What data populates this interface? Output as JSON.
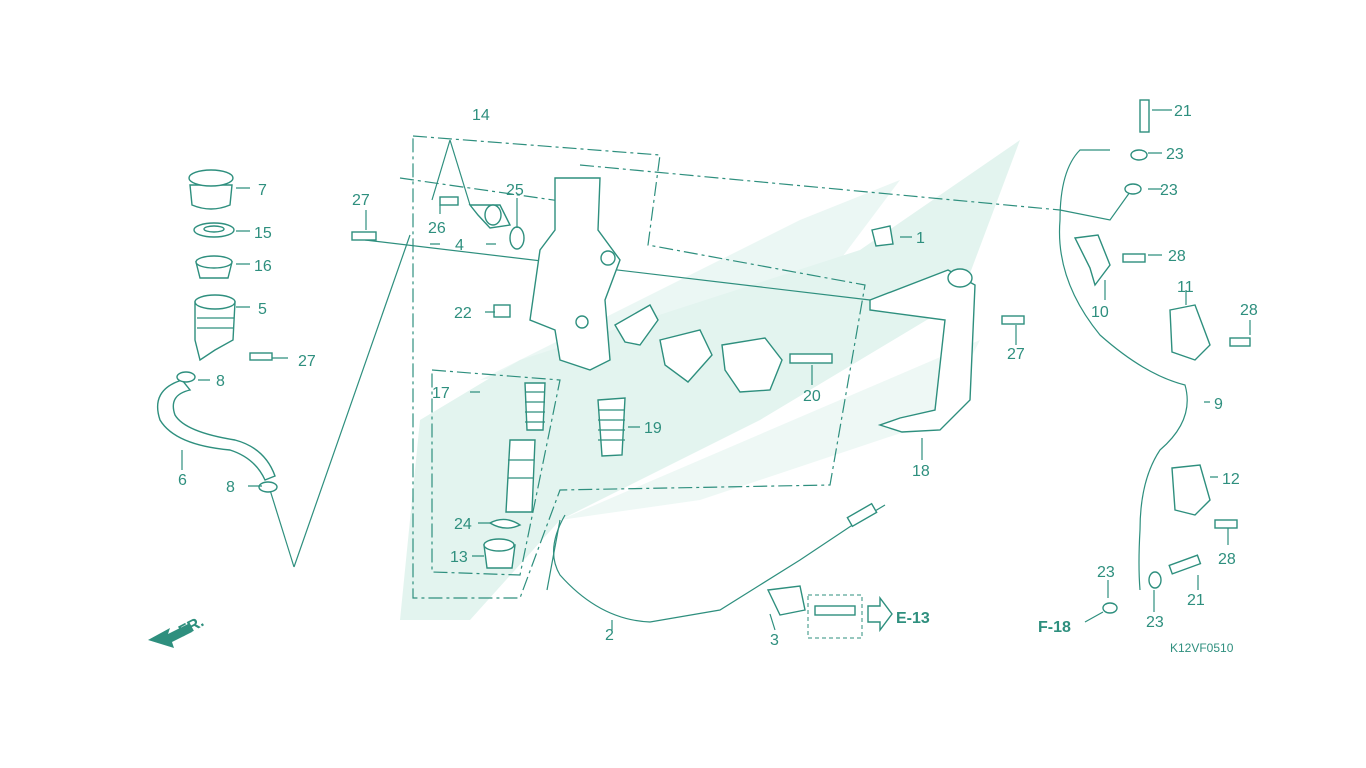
{
  "diagram": {
    "code": "K12VF0510",
    "front_marker": "FR.",
    "refs": {
      "e13": "E-13",
      "f18": "F-18"
    },
    "labels": {
      "p1": "1",
      "p2": "2",
      "p3": "3",
      "p4": "4",
      "p5": "5",
      "p6": "6",
      "p7": "7",
      "p8a": "8",
      "p8b": "8",
      "p9": "9",
      "p10": "10",
      "p11": "11",
      "p12": "12",
      "p13": "13",
      "p14": "14",
      "p15": "15",
      "p16": "16",
      "p17": "17",
      "p18": "18",
      "p19": "19",
      "p20": "20",
      "p21a": "21",
      "p21b": "21",
      "p22": "22",
      "p23a": "23",
      "p23b": "23",
      "p23c": "23",
      "p23d": "23",
      "p24": "24",
      "p25": "25",
      "p26": "26",
      "p27a": "27",
      "p27b": "27",
      "p27c": "27",
      "p28a": "28",
      "p28b": "28",
      "p28c": "28"
    },
    "colors": {
      "line": "#2e8f7e",
      "watermark": "#e3f4ef",
      "background": "#ffffff"
    }
  }
}
